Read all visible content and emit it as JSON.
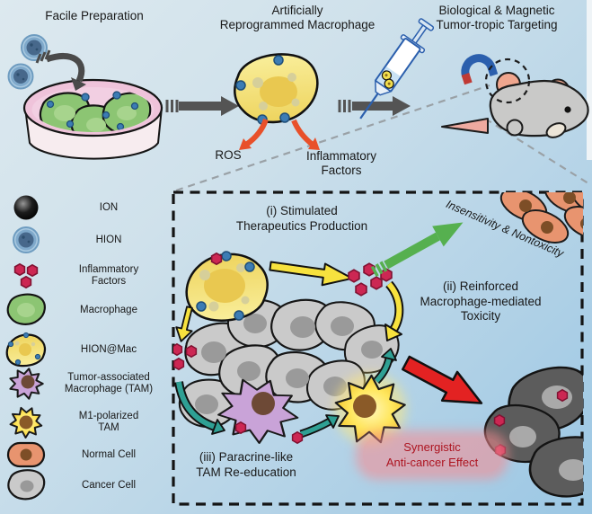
{
  "top": {
    "step1_title": "Facile Preparation",
    "step2_title": "Artificially\nReprogrammed Macrophage",
    "step3_title": "Biological & Magnetic\nTumor-tropic Targeting",
    "ros_label": "ROS",
    "inflammatory_label": "Inflammatory\nFactors"
  },
  "legend": {
    "items": [
      {
        "icon": "ion-icon",
        "label": "ION"
      },
      {
        "icon": "hion-icon",
        "label": "HION"
      },
      {
        "icon": "inflammatory-factors-icon",
        "label": "Inflammatory\nFactors"
      },
      {
        "icon": "macrophage-icon",
        "label": "Macrophage"
      },
      {
        "icon": "hion-mac-icon",
        "label": "HION@Mac"
      },
      {
        "icon": "tam-icon",
        "label": "Tumor-associated\nMacrophage (TAM)"
      },
      {
        "icon": "m1-tam-icon",
        "label": "M1-polarized\nTAM"
      },
      {
        "icon": "normal-cell-icon",
        "label": "Normal Cell"
      },
      {
        "icon": "cancer-cell-icon",
        "label": "Cancer Cell"
      }
    ]
  },
  "panel": {
    "step_i_label": "(i) Stimulated\nTherapeutics Production",
    "insensitivity_label": "Insensitivity & Nontoxicity",
    "step_ii_label": "(ii) Reinforced\nMacrophage-mediated\nToxicity",
    "step_iii_label": "(iii) Paracrine-like\nTAM Re-education",
    "synergy_label": "Synergistic\nAnti-cancer Effect"
  },
  "colors": {
    "background_top": "#dde9ef",
    "background_bottom": "#9bc7e4",
    "ros_arrow": "#e8502a",
    "yellow_arrow": "#f7e23e",
    "green_arrow": "#56b04f",
    "teal_arrow": "#2fa094",
    "red_arrow": "#e32222",
    "inflammatory_factor": "#cc2753",
    "macrophage_green": "#8cc573",
    "hion_mac_yellow": "#f2dd6d",
    "tam_purple": "#c9a3d8",
    "normal_cell_salmon": "#e8946f",
    "cancer_cell_gray": "#cacaca",
    "dead_cell_gray": "#5c5c5c",
    "synergy_text": "#ad1420",
    "synergy_glow": "#f58a8f",
    "magnet_blue": "#2b5fad",
    "magnet_red": "#c03a35"
  }
}
